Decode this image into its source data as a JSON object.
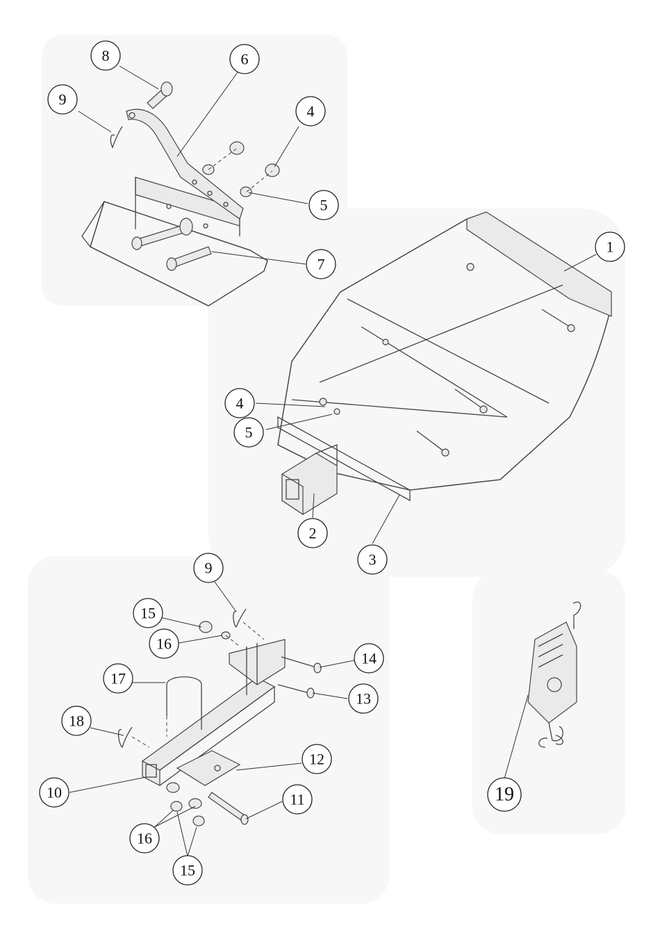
{
  "title": "",
  "callouts": {
    "c1": "1",
    "c2": "2",
    "c3": "3",
    "c4a": "4",
    "c4b": "4",
    "c5a": "5",
    "c5b": "5",
    "c6": "6",
    "c7": "7",
    "c8": "8",
    "c9a": "9",
    "c9b": "9",
    "c10": "10",
    "c11": "11",
    "c12": "12",
    "c13": "13",
    "c14": "14",
    "c15a": "15",
    "c15b": "15",
    "c16a": "16",
    "c16b": "16",
    "c17": "17",
    "c18": "18",
    "c19": "19"
  }
}
